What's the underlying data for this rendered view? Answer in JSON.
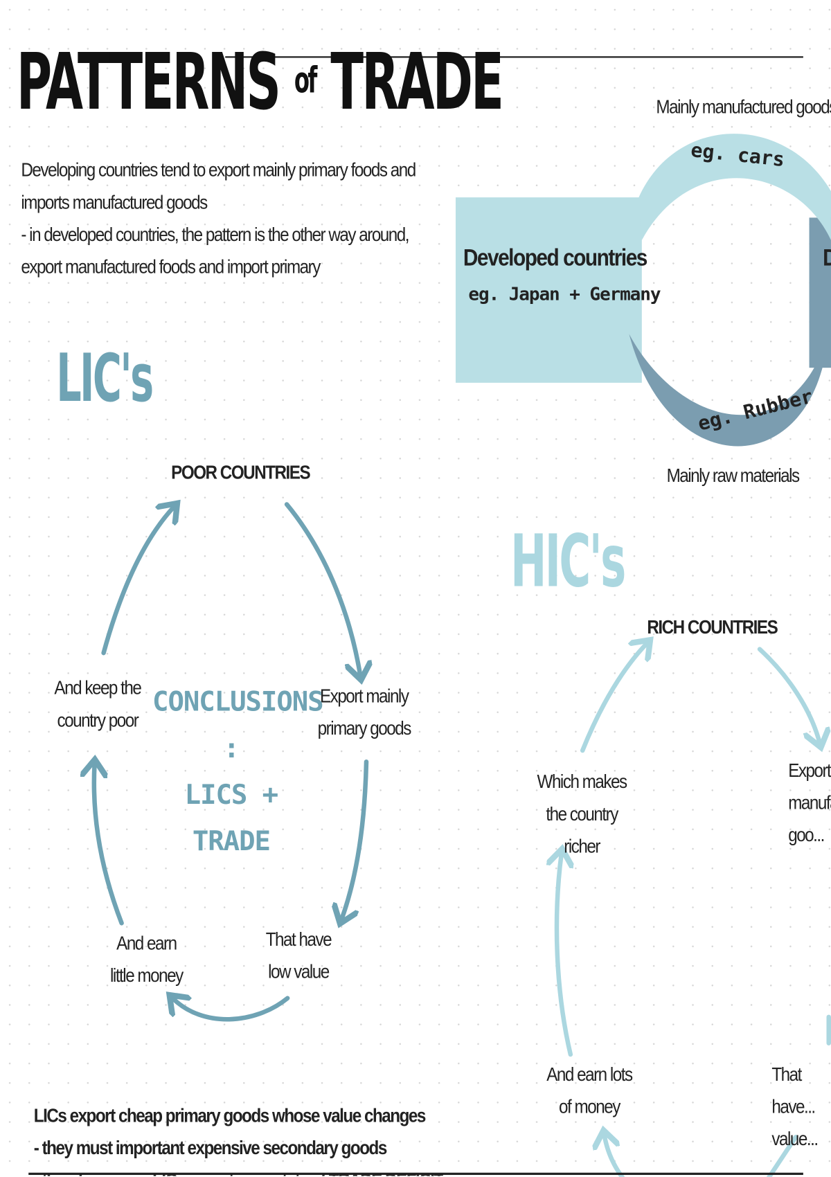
{
  "title": {
    "part1": "PATTERNS",
    "part2": "of",
    "part3": "TRADE"
  },
  "intro": [
    "Developing countries tend to export mainly primary foods and",
    "imports manufactured goods",
    "- in developed countries, the pattern is the other way around,",
    "export manufactured foods and import primary"
  ],
  "diagram": {
    "top_label": "Mainly manufactured goods",
    "top_example": "eg. cars",
    "box_title": "Developed countries",
    "box_example": "eg. Japan + Germany",
    "right_box_partial": "D",
    "bottom_example": "eg. Rubber",
    "bottom_label": "Mainly raw materials"
  },
  "lics": {
    "heading": "LIC's",
    "center": "POOR COUNTRIES",
    "steps": [
      "Export mainly primary goods",
      "That have low value",
      "And earn little money",
      "And keep the country poor"
    ],
    "conclusion": [
      "CONCLUSIONS :",
      "LICS +",
      "TRADE"
    ]
  },
  "hics": {
    "heading": "HIC's",
    "center": "RICH COUNTRIES",
    "steps": [
      "Export manufa... goo...",
      "That have... value...",
      "And earn lots of money",
      "Which makes the country richer"
    ]
  },
  "summary": [
    "LICs export cheap primary goods whose value changes",
    "- they must important expensive secondary goods",
    "- therefore many LICs operate in a state of TRADE DEFICIT"
  ],
  "colors": {
    "light": "#b9dfe5",
    "dark": "#7b9db0",
    "arrow_lic": "#6fa3b4",
    "arrow_hic": "#abd7e0"
  }
}
